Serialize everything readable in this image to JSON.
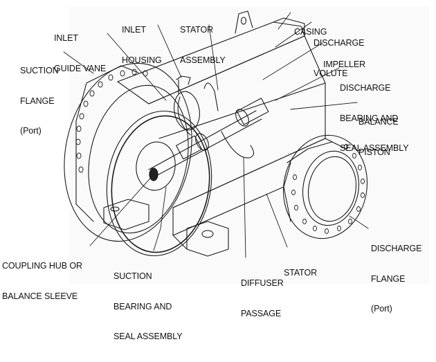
{
  "figure": {
    "subject": "Centrifugal pump cutaway",
    "ink_color": "#111111",
    "background_color": "#ffffff"
  },
  "labels": {
    "inlet_guide_vane": [
      "INLET",
      "GUIDE VANE"
    ],
    "inlet_housing": [
      "INLET",
      "HOUSING"
    ],
    "stator_assembly": [
      "STATOR",
      "ASSEMBLY"
    ],
    "casing": [
      "CASING"
    ],
    "discharge_volute": [
      "DISCHARGE",
      "VOLUTE"
    ],
    "impeller": [
      "IMPELLER"
    ],
    "discharge_bearing": [
      "DISCHARGE",
      "BEARING AND",
      "SEAL ASSEMBLY"
    ],
    "balance_piston": [
      "BALANCE",
      "PISTON"
    ],
    "suction_flange": [
      "SUCTION",
      "FLANGE",
      "(Port)"
    ],
    "coupling_hub": [
      "COUPLING HUB OR",
      "BALANCE SLEEVE"
    ],
    "suction_bearing": [
      "SUCTION",
      "BEARING AND",
      "SEAL ASSEMBLY"
    ],
    "diffuser_passage": [
      "DIFFUSER",
      "PASSAGE"
    ],
    "stator": [
      "STATOR"
    ],
    "discharge_flange": [
      "DISCHARGE",
      "FLANGE",
      "(Port)"
    ]
  }
}
